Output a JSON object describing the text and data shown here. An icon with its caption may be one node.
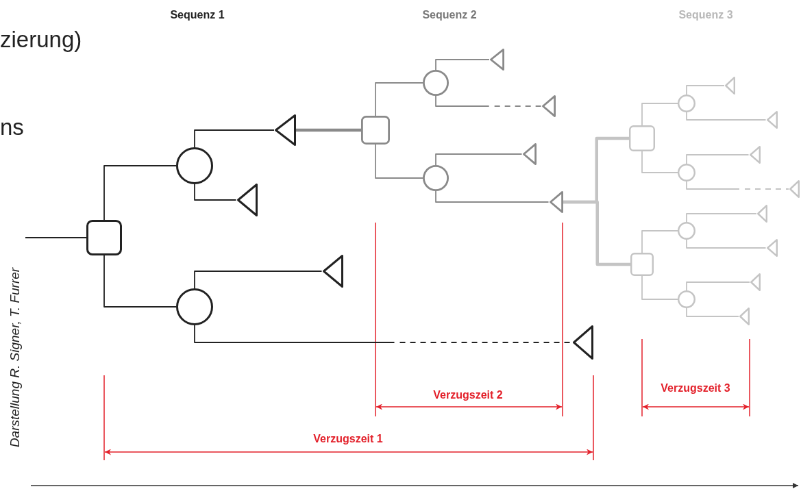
{
  "diagram": {
    "nodes": [
      {
        "text": [],
        "shape": "box"
      },
      {
        "text": [],
        "shape": "circle"
      },
      {
        "text": [],
        "shape": "triangle"
      },
      {
        "text": [],
        "shape": "triangle"
      },
      {
        "text": [],
        "shape": "circle"
      },
      {
        "text": [],
        "shape": "triangle"
      },
      {
        "text": [],
        "shape": "triangle"
      },
      {
        "text": [],
        "shape": "box"
      },
      {
        "text": [],
        "shape": "circle"
      },
      {
        "text": [],
        "shape": "triangle"
      },
      {
        "text": [],
        "shape": "triangle"
      },
      {
        "text": [],
        "shape": "circle"
      },
      {
        "text": [],
        "shape": "triangle"
      },
      {
        "text": [],
        "shape": "triangle"
      },
      {
        "text": [],
        "shape": "box"
      },
      {
        "text": [],
        "shape": "circle"
      },
      {
        "text": [],
        "shape": "triangle"
      },
      {
        "text": [],
        "shape": "triangle"
      },
      {
        "text": [],
        "shape": "circle"
      },
      {
        "text": [],
        "shape": "triangle"
      },
      {
        "text": [],
        "shape": "triangle"
      },
      {
        "text": [],
        "shape": "box"
      },
      {
        "text": [],
        "shape": "circle"
      },
      {
        "text": [],
        "shape": "triangle"
      },
      {
        "text": [],
        "shape": "triangle"
      },
      {
        "text": [],
        "shape": "circle"
      },
      {
        "text": [],
        "shape": "triangle"
      },
      {
        "text": [],
        "shape": "triangle"
      }
    ],
    "edges": [
      {
        "from": null,
        "to": 0,
        "arrow": "none",
        "color": "#222222"
      },
      {
        "from": 0,
        "to": 1,
        "arrow": "none",
        "color": "#222222"
      },
      {
        "from": 1,
        "to": 2,
        "arrow": "none",
        "color": "#222222"
      },
      {
        "from": 1,
        "to": 3,
        "arrow": "none",
        "color": "#222222"
      },
      {
        "from": 0,
        "to": 4,
        "arrow": "none",
        "color": "#222222"
      },
      {
        "from": 4,
        "to": 5,
        "arrow": "none",
        "color": "#222222"
      },
      {
        "from": 4,
        "to": 6,
        "arrow": "none",
        "style": "dashed",
        "color": "#222222"
      },
      {
        "from": 2,
        "to": 7,
        "arrow": "none",
        "style": "thick",
        "color": "#8a8a8a"
      },
      {
        "from": 7,
        "to": 8,
        "arrow": "none",
        "color": "#8a8a8a"
      },
      {
        "from": 8,
        "to": 9,
        "arrow": "none",
        "color": "#8a8a8a"
      },
      {
        "from": 8,
        "to": 10,
        "arrow": "none",
        "style": "dashed",
        "color": "#8a8a8a"
      },
      {
        "from": 7,
        "to": 11,
        "arrow": "none",
        "color": "#8a8a8a"
      },
      {
        "from": 11,
        "to": 12,
        "arrow": "none",
        "color": "#8a8a8a"
      },
      {
        "from": 11,
        "to": 13,
        "arrow": "none",
        "color": "#8a8a8a"
      },
      {
        "from": 13,
        "to": 14,
        "arrow": "none",
        "style": "thick"
      },
      {
        "from": 13,
        "to": 21,
        "arrow": "none",
        "style": "thick"
      },
      {
        "from": 14,
        "to": 15,
        "arrow": "none"
      },
      {
        "from": 15,
        "to": 16,
        "arrow": "none"
      },
      {
        "from": 15,
        "to": 17,
        "arrow": "none"
      },
      {
        "from": 14,
        "to": 18,
        "arrow": "none"
      },
      {
        "from": 18,
        "to": 19,
        "arrow": "none"
      },
      {
        "from": 18,
        "to": 20,
        "arrow": "none",
        "style": "dashed"
      },
      {
        "from": 21,
        "to": 22,
        "arrow": "none"
      },
      {
        "from": 22,
        "to": 23,
        "arrow": "none"
      },
      {
        "from": 22,
        "to": 24,
        "arrow": "none"
      },
      {
        "from": 21,
        "to": 25,
        "arrow": "none"
      },
      {
        "from": 25,
        "to": 26,
        "arrow": "none"
      },
      {
        "from": 25,
        "to": 27,
        "arrow": "none"
      }
    ],
    "labels": [
      "zierung)",
      "Sequenz 1",
      "Sequenz 2",
      "Sequenz 3",
      "ns",
      "Verzugszeit 2",
      "Verzugszeit 3",
      "Verzugszeit 1",
      "Darstellung R. Signer, T. Furrer"
    ]
  }
}
